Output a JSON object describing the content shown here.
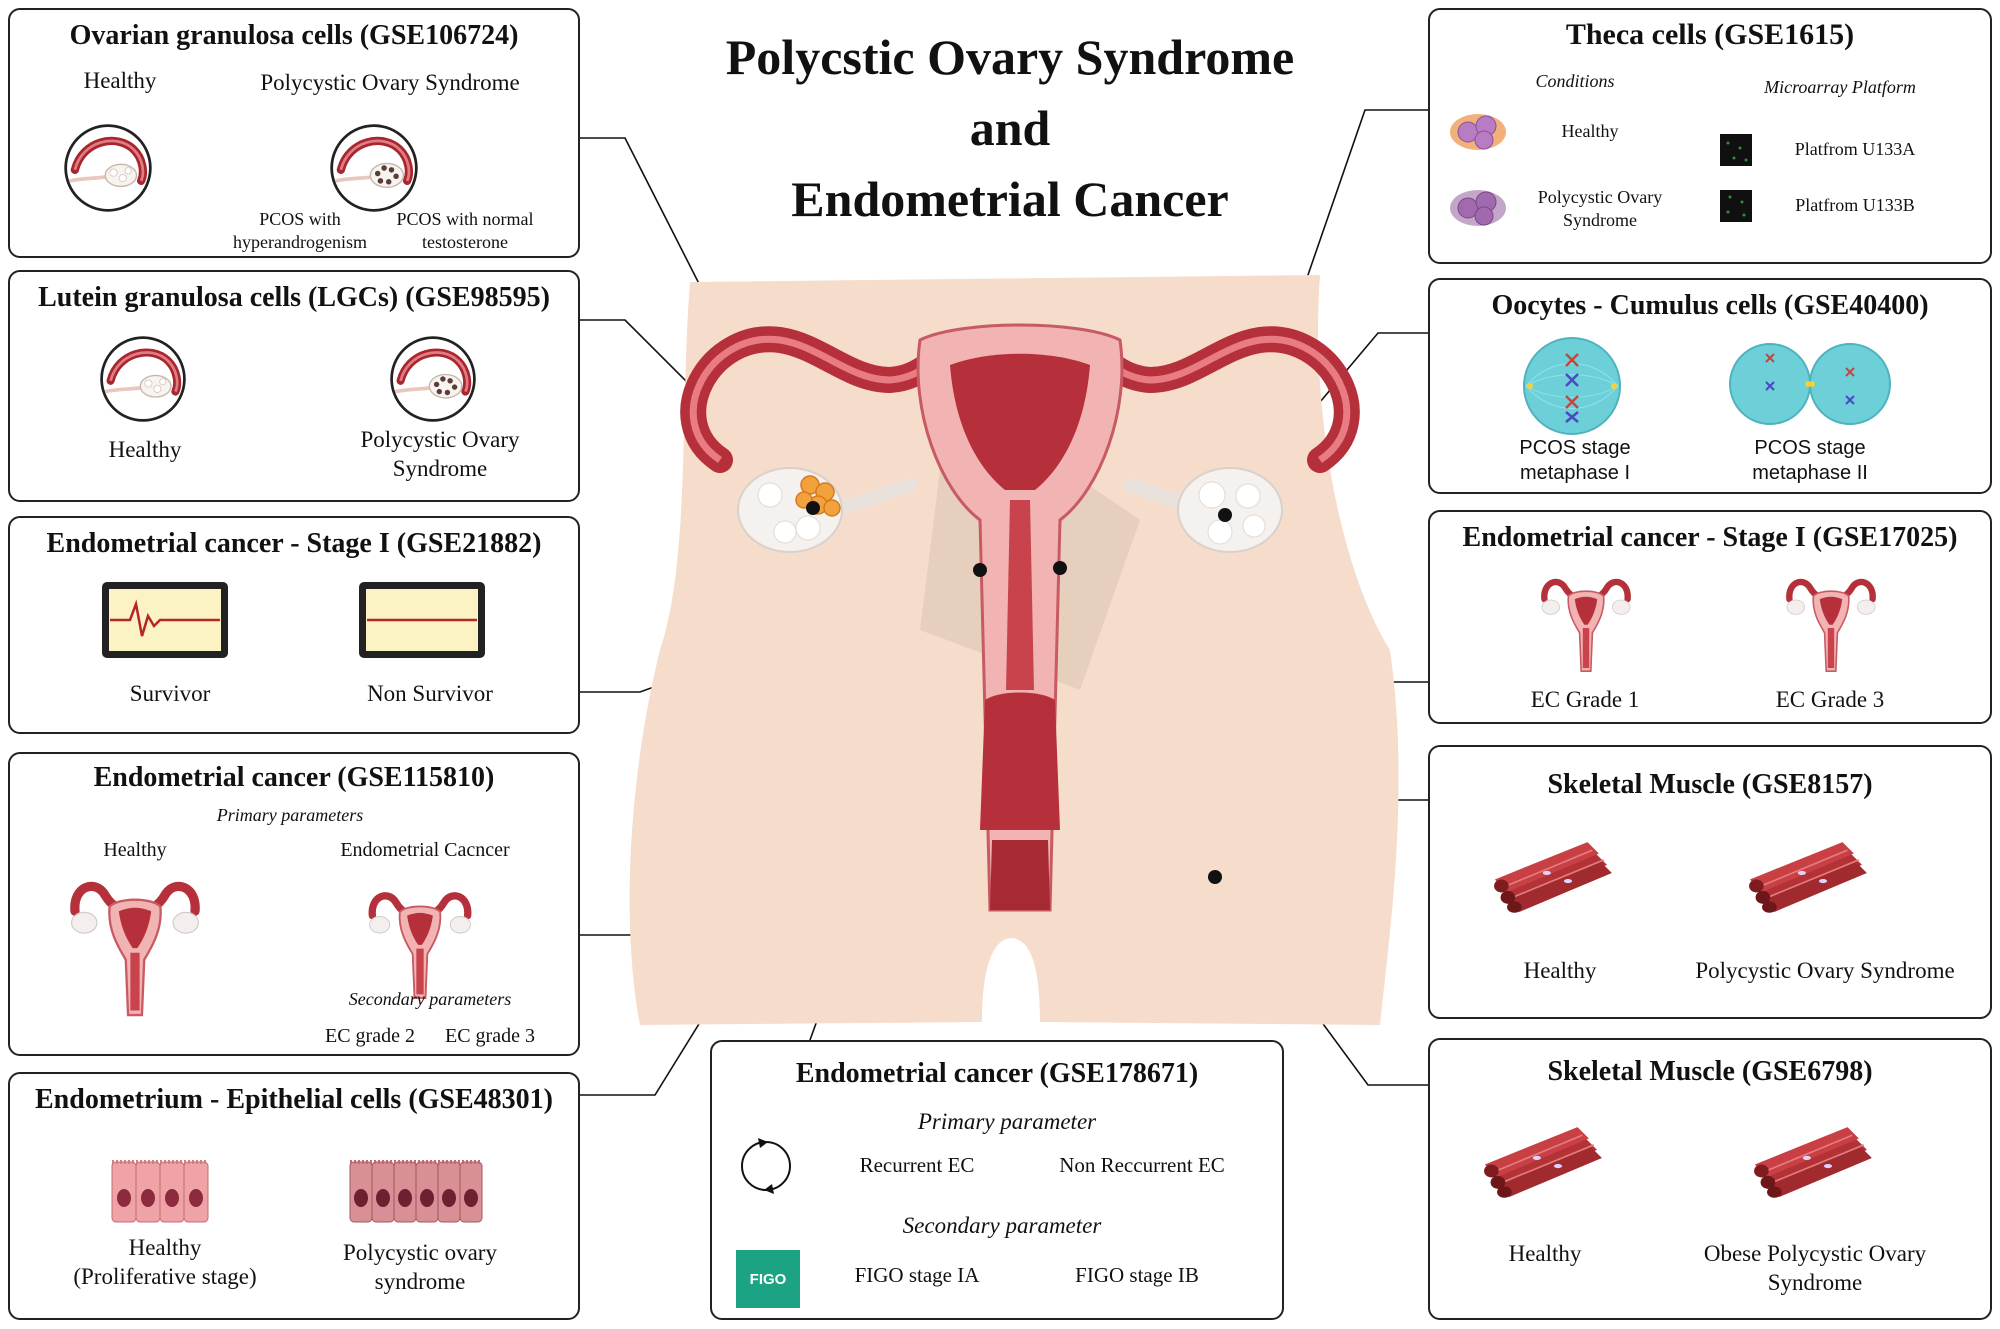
{
  "title": {
    "line1": "Polycstic Ovary Syndrome",
    "line2": "and",
    "line3": "Endometrial Cancer"
  },
  "panels": {
    "ovarian_granulosa": {
      "title": "Ovarian granulosa cells (GSE106724)",
      "healthy": "Healthy",
      "pcos": "Polycystic Ovary Syndrome",
      "sub1_line1": "PCOS with",
      "sub1_line2": "hyperandrogenism",
      "sub2_line1": "PCOS with normal",
      "sub2_line2": "testosterone"
    },
    "lutein_granulosa": {
      "title": "Lutein granulosa cells (LGCs) (GSE98595)",
      "healthy": "Healthy",
      "pcos_line1": "Polycystic Ovary",
      "pcos_line2": "Syndrome"
    },
    "ec_stage1_gse21882": {
      "title": "Endometrial cancer - Stage I (GSE21882)",
      "survivor": "Survivor",
      "non_survivor": "Non Survivor"
    },
    "ec_gse115810": {
      "title": "Endometrial cancer (GSE115810)",
      "primary": "Primary parameters",
      "healthy": "Healthy",
      "cancer": "Endometrial Cacncer",
      "secondary": "Secondary parameters",
      "grade2": "EC grade 2",
      "grade3": "EC grade 3"
    },
    "endometrium_epithelial": {
      "title": "Endometrium - Epithelial cells (GSE48301)",
      "healthy_line1": "Healthy",
      "healthy_line2": "(Proliferative stage)",
      "pcos_line1": "Polycystic ovary",
      "pcos_line2": "syndrome"
    },
    "ec_gse178671": {
      "title": "Endometrial cancer (GSE178671)",
      "primary": "Primary parameter",
      "recurrent": "Recurrent EC",
      "non_recurrent": "Non Reccurrent EC",
      "secondary": "Secondary parameter",
      "figo_ia": "FIGO stage IA",
      "figo_ib": "FIGO stage IB",
      "figo_logo": "FIGO"
    },
    "theca": {
      "title": "Theca cells (GSE1615)",
      "conditions": "Conditions",
      "platform": "Microarray Platform",
      "healthy": "Healthy",
      "pcos_line1": "Polycystic Ovary",
      "pcos_line2": "Syndrome",
      "platform_a": "Platfrom U133A",
      "platform_b": "Platfrom U133B"
    },
    "oocytes": {
      "title": "Oocytes - Cumulus cells (GSE40400)",
      "m1_line1": "PCOS stage",
      "m1_line2": "metaphase I",
      "m2_line1": "PCOS stage",
      "m2_line2": "metaphase II"
    },
    "ec_stage1_gse17025": {
      "title": "Endometrial cancer - Stage I (GSE17025)",
      "grade1": "EC Grade 1",
      "grade3": "EC Grade 3"
    },
    "muscle_gse8157": {
      "title": "Skeletal Muscle (GSE8157)",
      "healthy": "Healthy",
      "pcos": "Polycystic Ovary Syndrome"
    },
    "muscle_gse6798": {
      "title": "Skeletal Muscle (GSE6798)",
      "healthy": "Healthy",
      "obese_line1": "Obese Polycystic Ovary",
      "obese_line2": "Syndrome"
    }
  },
  "colors": {
    "uterus_dark": "#b5303a",
    "uterus_mid": "#d9606a",
    "uterus_light": "#f2b3b3",
    "skin": "#f6dcca",
    "ovary": "#f4f1ee",
    "cell_teal": "#6dcfd8",
    "muscle": "#a8292c",
    "monitor_screen": "#fbf3c3",
    "figo_green": "#1ba383",
    "cell_purple": "#b87cc3",
    "cell_orange": "#f2b07a"
  },
  "icons": [
    "ovary-icon",
    "pcos-ovary-icon",
    "monitor-icon",
    "uterus-icon",
    "epithelial-cells-icon",
    "recurrence-icon",
    "figo-logo",
    "theca-cell-icon",
    "microarray-chip-icon",
    "metaphase-cell-icon",
    "muscle-fiber-icon"
  ]
}
